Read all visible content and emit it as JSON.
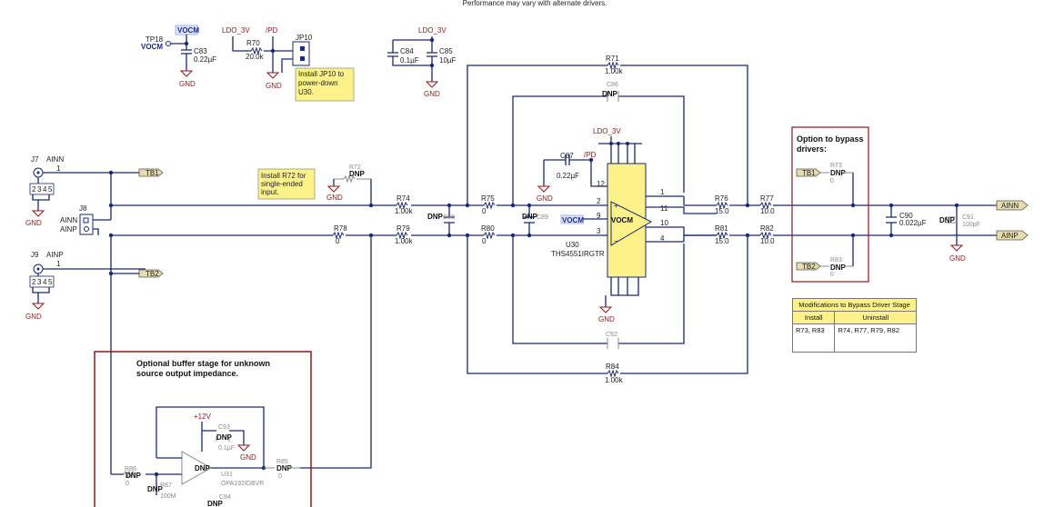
{
  "header_note": "Performance may vary with alternate drivers.",
  "top": {
    "tp18": "TP18",
    "vocm": "VOCM",
    "c83": "C83",
    "c83_val": "0.22µF",
    "ldo_3v_a": "LDO_3V",
    "pd_a": "/PD",
    "r70": "R70",
    "r70_val": "20.0k",
    "jp10": "JP10",
    "note_jp10_1": "Install JP10 to",
    "note_jp10_2": "power-down",
    "note_jp10_3": "U30.",
    "ldo_3v_b": "LDO_3V",
    "c84": "C84",
    "c84_val": "0.1µF",
    "c85": "C85",
    "c85_val": "10µF",
    "gnd": "GND"
  },
  "inputs": {
    "j7": "J7",
    "ainn_in": "AINN",
    "pin1a": "1",
    "j9": "J9",
    "ainp_in": "AINP",
    "pin1b": "1",
    "j8": "J8",
    "j8_ainn": "AINN",
    "j8_ainp": "AINP",
    "tb1": "TB1",
    "tb2": "TB2",
    "pins": [
      "2",
      "3",
      "4",
      "5"
    ]
  },
  "note_r72": [
    "Install R72 for",
    "single-ended",
    "input."
  ],
  "parts": {
    "r72": "R72",
    "dnp": "DNP",
    "r74": "R74",
    "r74_val": "1.00k",
    "r75": "R75",
    "r75_val": "0",
    "r78": "R78",
    "r78_val": "0",
    "r79": "R79",
    "r79_val": "1.00k",
    "r80": "R80",
    "r80_val": "0",
    "c88": "C88",
    "c89": "C89",
    "r71": "R71",
    "r71_val": "1.00k",
    "c86": "C86",
    "r84": "R84",
    "r84_val": "1.00k",
    "c92": "C92",
    "ldo_3v_c": "LDO_3V",
    "pd_c": "/PD",
    "c87": "C87",
    "c87_val": "0.22µF",
    "vocm": "VOCM",
    "u30": "U30",
    "u30_part": "THS4551IRGTR",
    "u30_label": "VOCM",
    "u30_pins": [
      "12",
      "2",
      "9",
      "3",
      "1",
      "11",
      "10",
      "4"
    ],
    "r76": "R76",
    "r76_val": "15.0",
    "r81": "R81",
    "r81_val": "15.0",
    "r77": "R77",
    "r77_val": "10.0",
    "r82": "R82",
    "r82_val": "10.0",
    "c90": "C90",
    "c90_val": "0.022µF",
    "c91": "C91",
    "c91_val": "100pF",
    "ainn_out": "AINN",
    "ainp_out": "AINP"
  },
  "bypass": {
    "title_1": "Option to bypass",
    "title_2": "drivers:",
    "tb1": "TB1",
    "tb2": "TB2",
    "r73": "R73",
    "r83": "R83",
    "dnp": "DNP",
    "zero": "0"
  },
  "table": {
    "title": "Modifications to Bypass Driver Stage",
    "col_install": "Install",
    "col_uninstall": "Uninstall",
    "install": "R73, R83",
    "uninstall": "R74, R77, R79, R82"
  },
  "buffer": {
    "title_1": "Optional buffer stage for unknown",
    "title_2": "source output impedance.",
    "p12v": "+12V",
    "c93": "C93",
    "c93_val": "0.1µF",
    "u31": "U31",
    "u31_part": "OPA192IDBVR",
    "r86": "R86",
    "r85": "R85",
    "r87": "R87",
    "r87_val": "100M",
    "c94": "C94",
    "dnp": "DNP",
    "zero": "0"
  }
}
